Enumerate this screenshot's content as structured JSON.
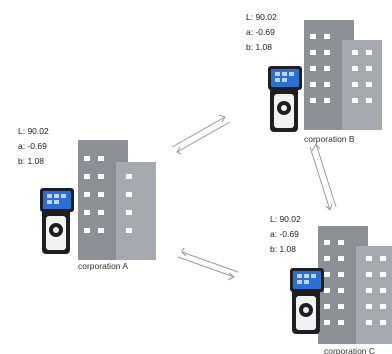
{
  "nodes": {
    "a": {
      "L": "L: 90.02",
      "a": "a: -0.69",
      "b": "b: 1.08",
      "name": "corporation A"
    },
    "b": {
      "L": "L: 90.02",
      "a": "a: -0.69",
      "b": "b: 1.08",
      "name": "corporation B"
    },
    "c": {
      "L": "L: 90.02",
      "a": "a: -0.69",
      "b": "b: 1.08",
      "name": "corporation C"
    }
  },
  "colors": {
    "building_dark": "#8c8f93",
    "building_light": "#a6a9ad",
    "window": "#ffffff",
    "device_body": "#1f1f22",
    "device_face": "#f2f2f2",
    "screen": "#2a6fd6",
    "arrow": "#9a9a9a"
  },
  "icons": [
    "office-building-icon",
    "colorimeter-device-icon",
    "bidirectional-arrow-icon"
  ]
}
